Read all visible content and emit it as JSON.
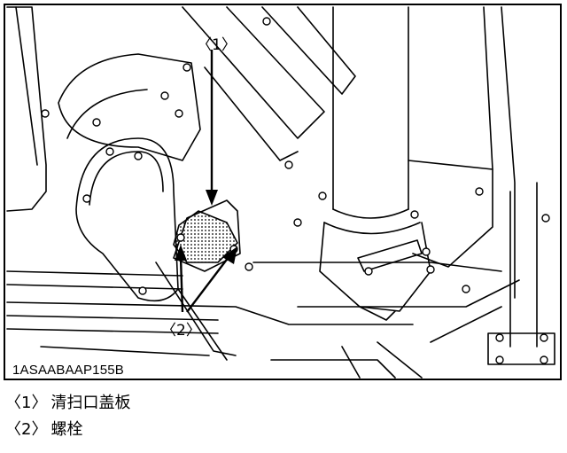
{
  "figure": {
    "id_label": "1ASAABAAP155B",
    "callouts": [
      {
        "label": "〈1〉"
      },
      {
        "label": "〈2〉"
      }
    ]
  },
  "legend": [
    {
      "num": "〈1〉",
      "text": "清扫口盖板"
    },
    {
      "num": "〈2〉",
      "text": "螺栓"
    }
  ]
}
